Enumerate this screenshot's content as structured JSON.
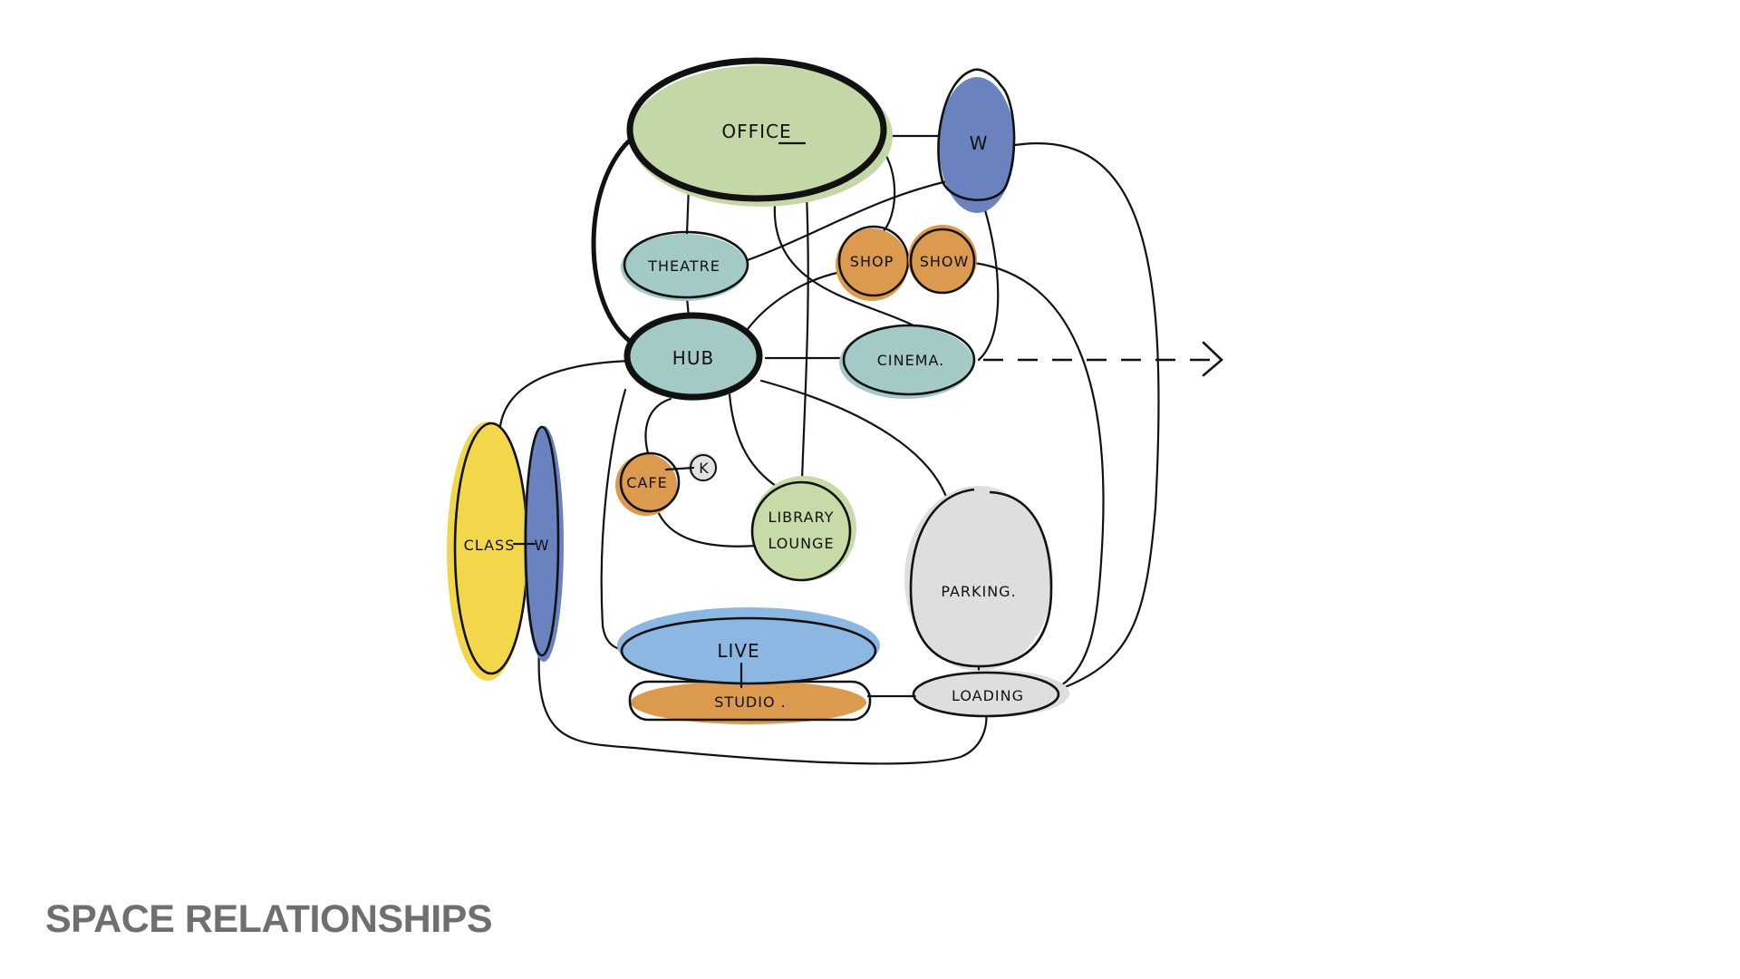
{
  "title": "SPACE RELATIONSHIPS",
  "colors": {
    "office": "#c4d7a6",
    "water_closet": "#6a83c0",
    "theatre_hub_cinema": "#a3cac7",
    "shop_show_cafe_studio": "#dc9a4e",
    "library_lounge": "#c6dba7",
    "class": "#f3d74a",
    "live": "#8db7e3",
    "parking_loading": "#dedede",
    "kitchen": "#e2e2e2",
    "ink": "#111111",
    "title_text": "#6f6f6f"
  },
  "spaces": {
    "office": "OFFICE",
    "wc_top": "W",
    "theatre": "THEATRE",
    "shop": "SHOP",
    "show": "SHOW",
    "hub": "HUB",
    "cinema": "CINEMA.",
    "class": "CLASS",
    "wc_left": "W",
    "cafe": "CAFE",
    "kitchen": "K",
    "library": "LIBRARY",
    "lounge": "LOUNGE",
    "parking": "PARKING.",
    "live": "LIVE",
    "studio": "STUDIO .",
    "loading": "LOADING"
  },
  "connections": [
    [
      "office",
      "wc_top"
    ],
    [
      "office",
      "theatre"
    ],
    [
      "office",
      "hub"
    ],
    [
      "office",
      "shop"
    ],
    [
      "office",
      "library"
    ],
    [
      "office",
      "cinema"
    ],
    [
      "wc_top",
      "theatre"
    ],
    [
      "wc_top",
      "cinema"
    ],
    [
      "wc_top",
      "loading"
    ],
    [
      "theatre",
      "hub"
    ],
    [
      "shop",
      "show"
    ],
    [
      "shop",
      "hub"
    ],
    [
      "show",
      "loading"
    ],
    [
      "hub",
      "cinema"
    ],
    [
      "hub",
      "class"
    ],
    [
      "hub",
      "cafe"
    ],
    [
      "hub",
      "library"
    ],
    [
      "hub",
      "parking"
    ],
    [
      "hub",
      "live"
    ],
    [
      "cafe",
      "kitchen"
    ],
    [
      "cafe",
      "lounge"
    ],
    [
      "class",
      "wc_left"
    ],
    [
      "wc_left",
      "loading"
    ],
    [
      "live",
      "studio"
    ],
    [
      "studio",
      "loading"
    ],
    [
      "parking",
      "loading"
    ]
  ],
  "external_link": {
    "from": "cinema",
    "style": "dashed-arrow",
    "direction": "right"
  }
}
